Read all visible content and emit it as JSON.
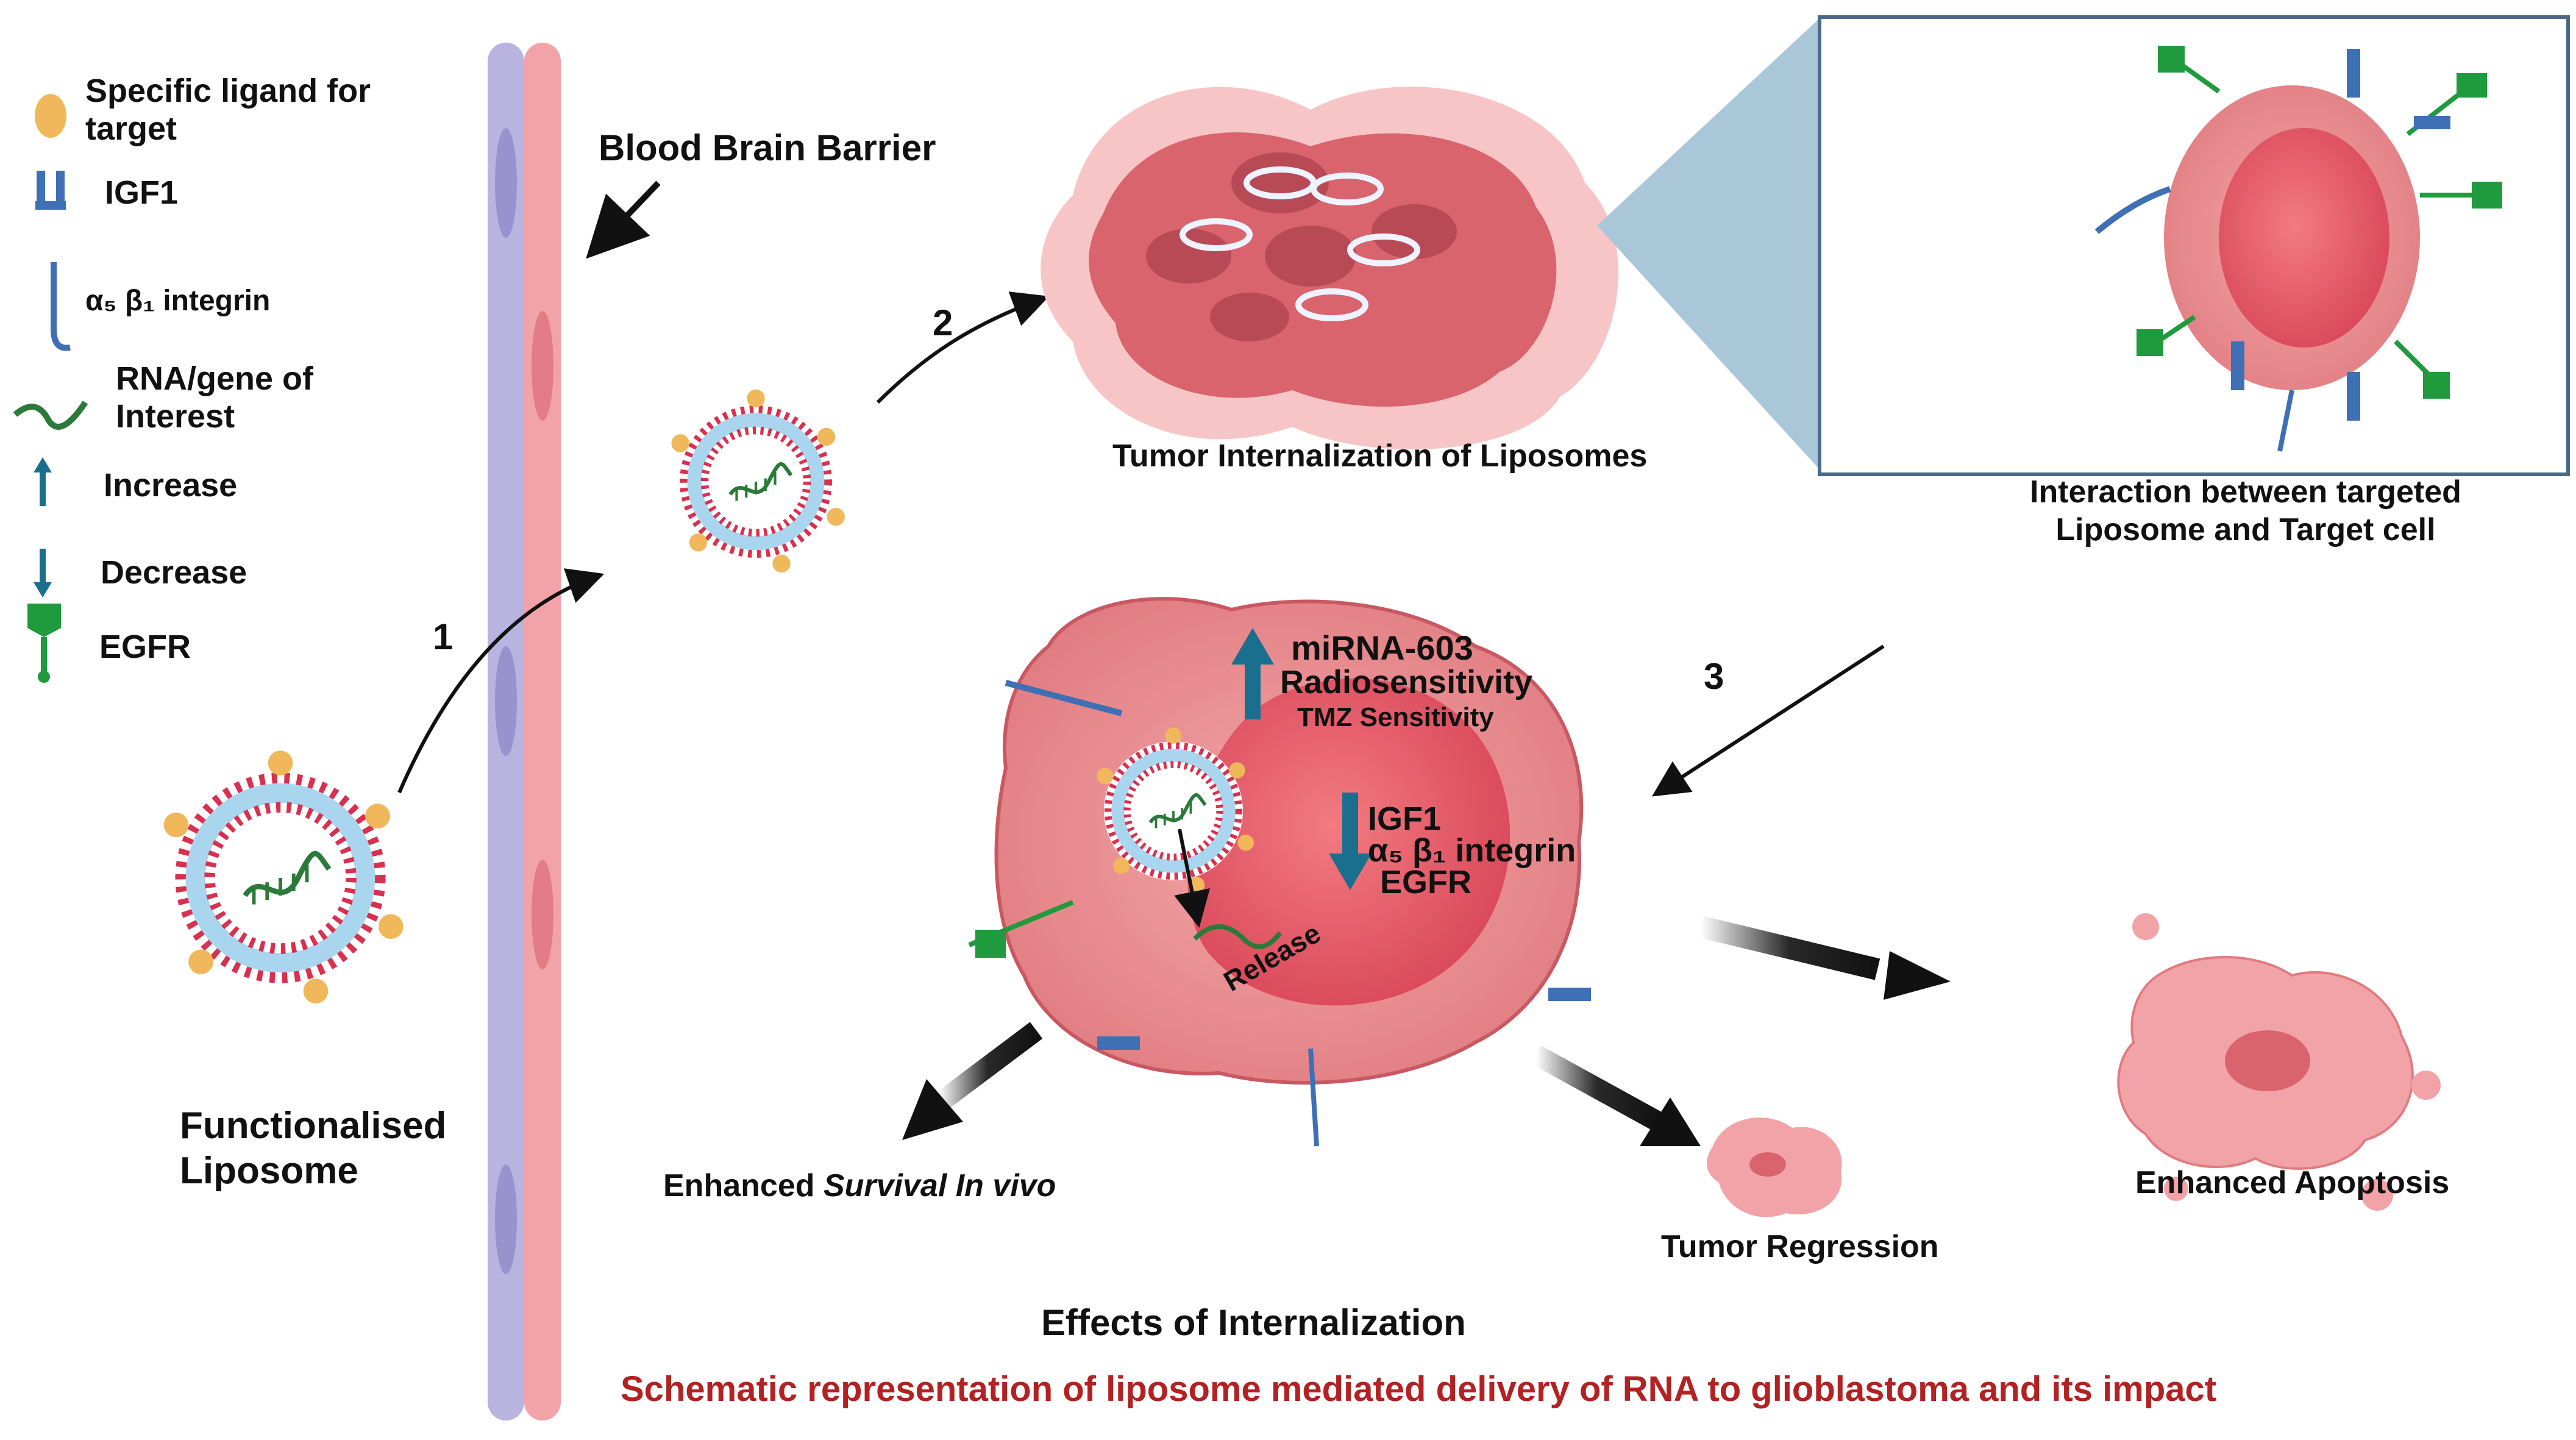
{
  "legend": {
    "ligand": "Specific ligand for\ntarget",
    "igf1": "IGF1",
    "integrin": "α₅ β₁ integrin",
    "rna": "RNA/gene of\nInterest",
    "increase": "Increase",
    "decrease": "Decrease",
    "egfr": "EGFR"
  },
  "labels": {
    "bbb": "Blood Brain Barrier",
    "step1": "1",
    "step2": "2",
    "step3": "3",
    "functionalised": "Functionalised\nLiposome",
    "tumor_internalization": "Tumor Internalization of Liposomes",
    "interaction": "Interaction between targeted\nLiposome and Target cell",
    "up_mirna": "miRNA-603",
    "up_radio": "Radiosensitivity",
    "up_tmz": "TMZ Sensitivity",
    "down_igf1": "IGF1",
    "down_integrin": "α₅ β₁ integrin",
    "down_egfr": "EGFR",
    "release": "Release",
    "survival_prefix": "Enhanced ",
    "survival_italic": "Survival In vivo",
    "regression": "Tumor Regression",
    "apoptosis": "Enhanced Apoptosis",
    "effects": "Effects of Internalization"
  },
  "caption": "Schematic representation of liposome mediated delivery of RNA to glioblastoma and its impact",
  "colors": {
    "caption": "#b22222",
    "arrow_blue": "#1a6f8f",
    "liposome_red": "#d9304f",
    "liposome_blue": "#a9d6ee",
    "egfr_green": "#1f9a3c",
    "receptor_blue": "#3f6fb5",
    "tumor_pink": "#e9848a",
    "barrier_blue": "#b9b3e0",
    "barrier_pink": "#f2a3a8"
  }
}
